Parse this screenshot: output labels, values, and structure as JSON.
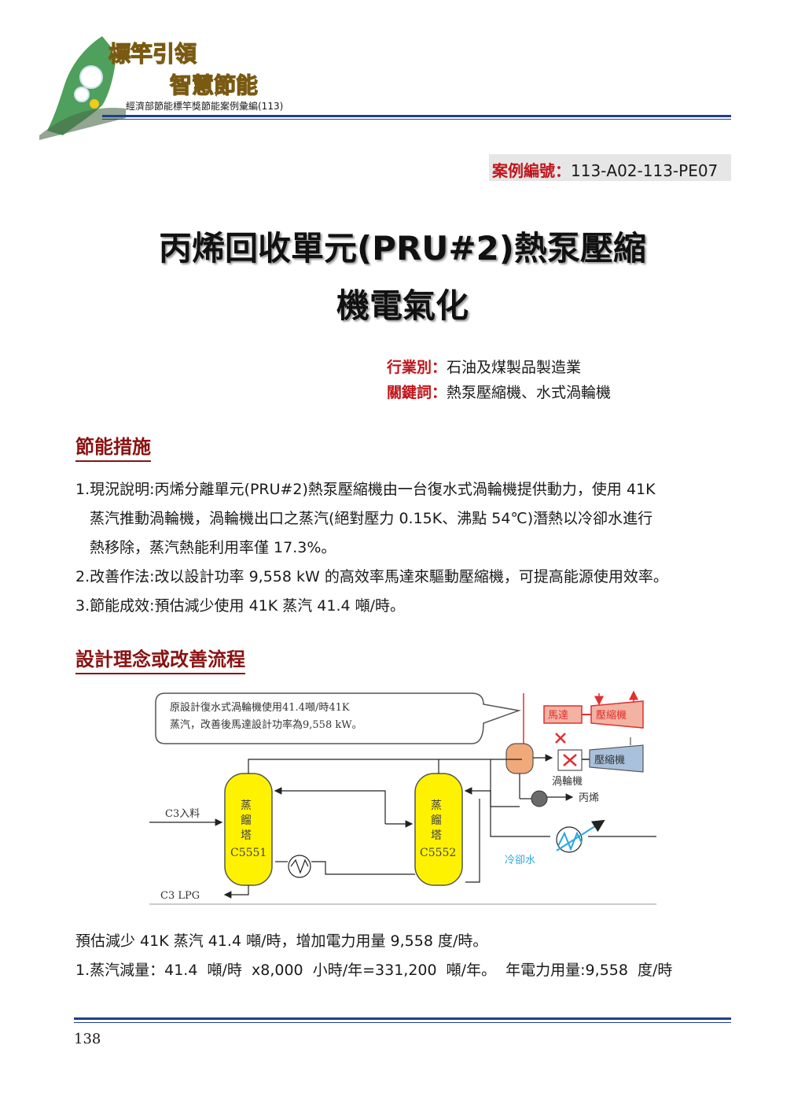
{
  "header": {
    "logo_line1": "標竿引領",
    "logo_line2": "智慧節能",
    "subtitle": "經濟部節能標竿獎節能案例彙編(113)"
  },
  "case": {
    "label": "案例編號：",
    "number": "113-A02-113-PE07"
  },
  "title": {
    "line1": "丙烯回收單元(PRU#2)熱泵壓縮",
    "line2": "機電氣化"
  },
  "meta": {
    "industry_label": "行業別：",
    "industry_value": "石油及煤製品製造業",
    "keywords_label": "關鍵詞：",
    "keywords_value": "熱泵壓縮機、水式渦輪機"
  },
  "section1": {
    "heading": "節能措施",
    "lines": [
      "1.現況說明:丙烯分離單元(PRU#2)熱泵壓縮機由一台復水式渦輪機提供動力，使用 41K",
      "蒸汽推動渦輪機，渦輪機出口之蒸汽(絕對壓力 0.15K、沸點 54℃)潛熱以冷卻水進行",
      "熱移除，蒸汽熱能利用率僅 17.3%。",
      "2.改善作法:改以設計功率 9,558 kW 的高效率馬達來驅動壓縮機，可提高能源使用效率。",
      "3.節能成效:預估減少使用 41K 蒸汽 41.4 噸/時。"
    ]
  },
  "section2": {
    "heading": "設計理念或改善流程"
  },
  "diagram": {
    "callout_line1": "原設計復水式渦輪機使用41.4噸/時41K",
    "callout_line2": "蒸汽，改善後馬達設計功率為9,558 kW。",
    "motor": "馬達",
    "compressor_new": "壓縮機",
    "compressor_old": "壓縮機",
    "turbine": "渦輪機",
    "propylene": "丙烯",
    "cooling_water": "冷卻水",
    "feed": "C3入料",
    "lpg": "C3 LPG",
    "tower1_label": "蒸餾塔",
    "tower1_id": "C5551",
    "tower2_label": "蒸餾塔",
    "tower2_id": "C5552",
    "accent_red": "#e03030",
    "tower_yellow": "#fff200",
    "cooling_blue": "#2aa7e0"
  },
  "results": {
    "line1": "預估減少 41K 蒸汽 41.4 噸/時，增加電力用量 9,558 度/時。",
    "line2": "1.蒸汽減量：41.4  噸/時  x8,000  小時/年=331,200  噸/年。  年電力用量:9,558  度/時"
  },
  "footer": {
    "page_number": "138"
  }
}
